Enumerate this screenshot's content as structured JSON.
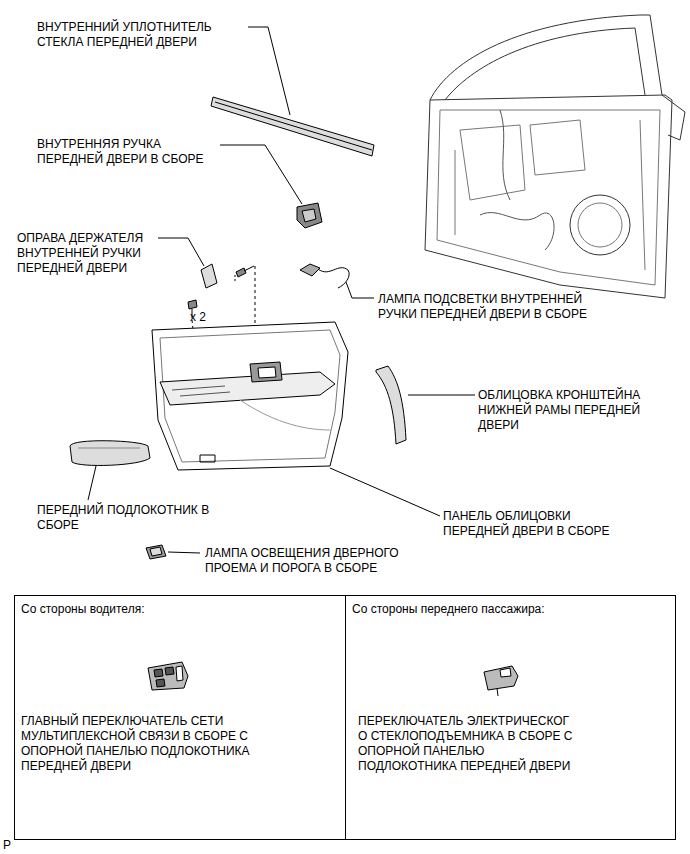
{
  "diagram": {
    "nodes": [
      {
        "text": [
          "Со стороны водителя:",
          "ГЛАВНЫЙ ПЕРЕКЛЮЧАТЕЛЬ СЕТИ МУЛЬТИПЛЕКСНОЙ СВЯЗИ В СБОРЕ С ОПОРНОЙ ПАНЕЛЬЮ ПОДЛОКОТНИКА ПЕРЕДНЕЙ ДВЕРИ"
        ]
      },
      {
        "text": [
          "Со стороны переднего пассажира:",
          "ПЕРЕКЛЮЧАТЕЛЬ ЭЛЕКТРИЧЕСКОГ О СТЕКЛОПОДЪЕМНИКА В СБОРЕ С ОПОРНОЙ ПАНЕЛЬЮ ПОДЛОКОТНИКА ПЕРЕДНЕЙ ДВЕРИ"
        ]
      }
    ],
    "labels": [
      "ВНУТРЕННИЙ УПЛОТНИТЕЛЬ СТЕКЛА ПЕРЕДНЕЙ ДВЕРИ",
      "ВНУТРЕННЯЯ РУЧКА ПЕРЕДНЕЙ ДВЕРИ В СБОРЕ",
      "ОПРАВА ДЕРЖАТЕЛЯ ВНУТРЕННЕЙ РУЧКИ ПЕРЕДНЕЙ ДВЕРИ",
      "ЛАМПА ПОДСВЕТКИ ВНУТРЕННЕЙ РУЧКИ ПЕРЕДНЕЙ ДВЕРИ В СБОРЕ",
      "x 2",
      "ОБЛИЦОВКА КРОНШТЕЙНА НИЖНЕЙ РАМЫ ПЕРЕДНЕЙ ДВЕРИ",
      "ПЕРЕДНИЙ ПОДЛОКОТНИК В СБОРЕ",
      "ПАНЕЛЬ ОБЛИЦОВКИ ПЕРЕДНЕЙ ДВЕРИ В СБОРЕ",
      "ЛАМПА ОСВЕЩЕНИЯ ДВЕРНОГО ПРОЕМА И ПОРОГА В СБОРЕ",
      "P"
    ]
  }
}
